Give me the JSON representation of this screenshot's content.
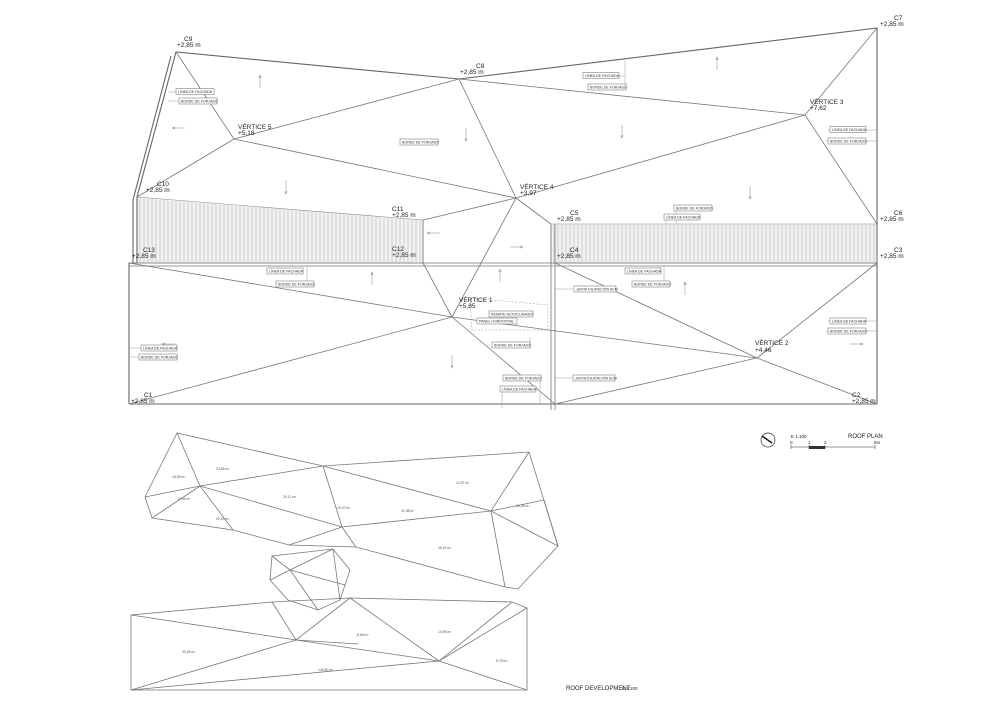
{
  "plan": {
    "corners": {
      "c1": {
        "name": "C1",
        "elev": "+2,85 m"
      },
      "c2": {
        "name": "C2",
        "elev": "+2,85 m"
      },
      "c3": {
        "name": "C3",
        "elev": "+2,85 m"
      },
      "c4": {
        "name": "C4",
        "elev": "+2,85 m"
      },
      "c5": {
        "name": "C5",
        "elev": "+2,85 m"
      },
      "c6": {
        "name": "C6",
        "elev": "+2,85 m"
      },
      "c7": {
        "name": "C7",
        "elev": "+2,85 m"
      },
      "c8": {
        "name": "C8",
        "elev": "+2,85 m"
      },
      "c9": {
        "name": "C9",
        "elev": "+2,85 m"
      },
      "c10": {
        "name": "C10",
        "elev": "+2,85 m"
      },
      "c11": {
        "name": "C11",
        "elev": "+2,85 m"
      },
      "c12": {
        "name": "C12",
        "elev": "+2,85 m"
      },
      "c13": {
        "name": "C13",
        "elev": "+2,85 m"
      }
    },
    "vertices": {
      "v1": {
        "name": "VÉRTICE 1",
        "elev": "+5,85"
      },
      "v2": {
        "name": "VÉRTICE 2",
        "elev": "+4,46"
      },
      "v3": {
        "name": "VÉRTICE 3",
        "elev": "+7,62"
      },
      "v4": {
        "name": "VÉRTICE 4",
        "elev": "+3,97"
      },
      "v5": {
        "name": "VÉRTICE 5",
        "elev": "+5,18"
      }
    },
    "tags": {
      "linea_fachada": "LÍNEA DE FACHADA",
      "borde_forjado": "BORDE DE FORJADO",
      "junta_dilatacion": "JUNTA DILATACIÓN 8CM",
      "remate_superior": "REMATE AUTOCLAVADO",
      "panel_horizontal": "PANEL HORIZONTAL"
    }
  },
  "legend": {
    "scale_plan": "E 1:100",
    "title_plan": "ROOF PLAN",
    "scale_ticks": [
      "0",
      "1",
      "2"
    ],
    "scale_unit": "5m"
  },
  "development": {
    "title": "ROOF DEVELOPMENT",
    "scale": "E 1:200",
    "areas": [
      "18,55 m²",
      "23,86 m²",
      "20,11 m²",
      "22,87 m²",
      "13,46 m²",
      "19,47 m²",
      "21,98 m²",
      "12,97 m²",
      "26,01 m²",
      "16,38 m²",
      "148,80 m²",
      "33,65 m²",
      "10,98 m²",
      "8,66 m²",
      "9,78 m²"
    ]
  }
}
